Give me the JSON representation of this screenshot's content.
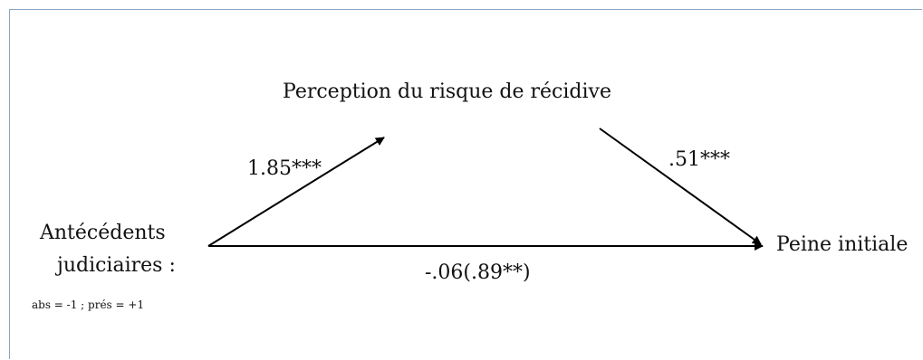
{
  "nodes": {
    "mediator": "Perception du risque de récidive",
    "outcome": "Peine initiale",
    "predictor_line1": "Antécédents",
    "predictor_line2": "judiciaires :",
    "coding_note": "abs = -1 ; prés  = +1"
  },
  "paths": {
    "a": "1.85***",
    "b": ".51***",
    "c": "-.06(.89**)"
  },
  "colors": {
    "border": "#8aa5c6",
    "arrow": "#000000",
    "text": "#111111"
  }
}
